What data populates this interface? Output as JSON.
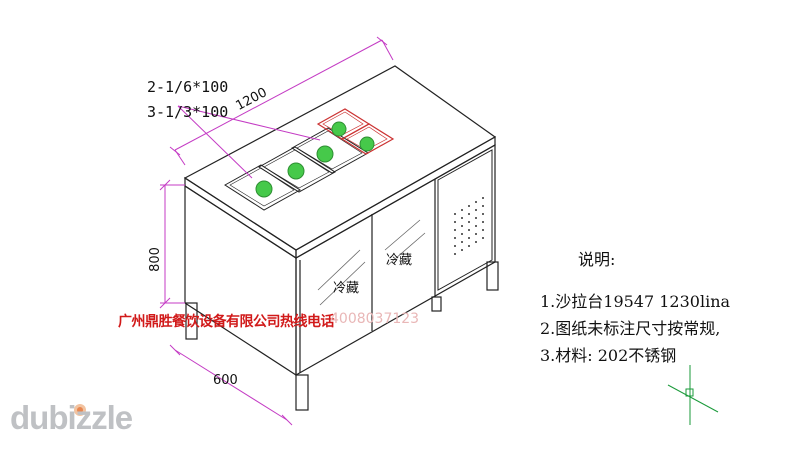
{
  "annotations": {
    "pan_spec_1": "2-1/6*100",
    "pan_spec_2": "3-1/3*100"
  },
  "dimensions": {
    "length": "1200",
    "height": "800",
    "depth": "600"
  },
  "labels": {
    "refrigerated_left": "冷藏",
    "refrigerated_right": "冷藏"
  },
  "company": {
    "text": "广州鼎胜餐饮设备有限公司热线电话",
    "phone": "4008037123"
  },
  "notes": {
    "title": "说明:",
    "items": [
      "1.沙拉台19547 1230lina",
      "2.图纸未标注尺寸按常规,",
      "3.材料: 202不锈钢"
    ]
  },
  "watermark": "dubizzle",
  "colors": {
    "drawing_line": "#222222",
    "dimension_line": "#c43bc4",
    "pan_green": "#46c94a",
    "pan_red": "#cc3333",
    "company_red": "#d11a1a"
  }
}
